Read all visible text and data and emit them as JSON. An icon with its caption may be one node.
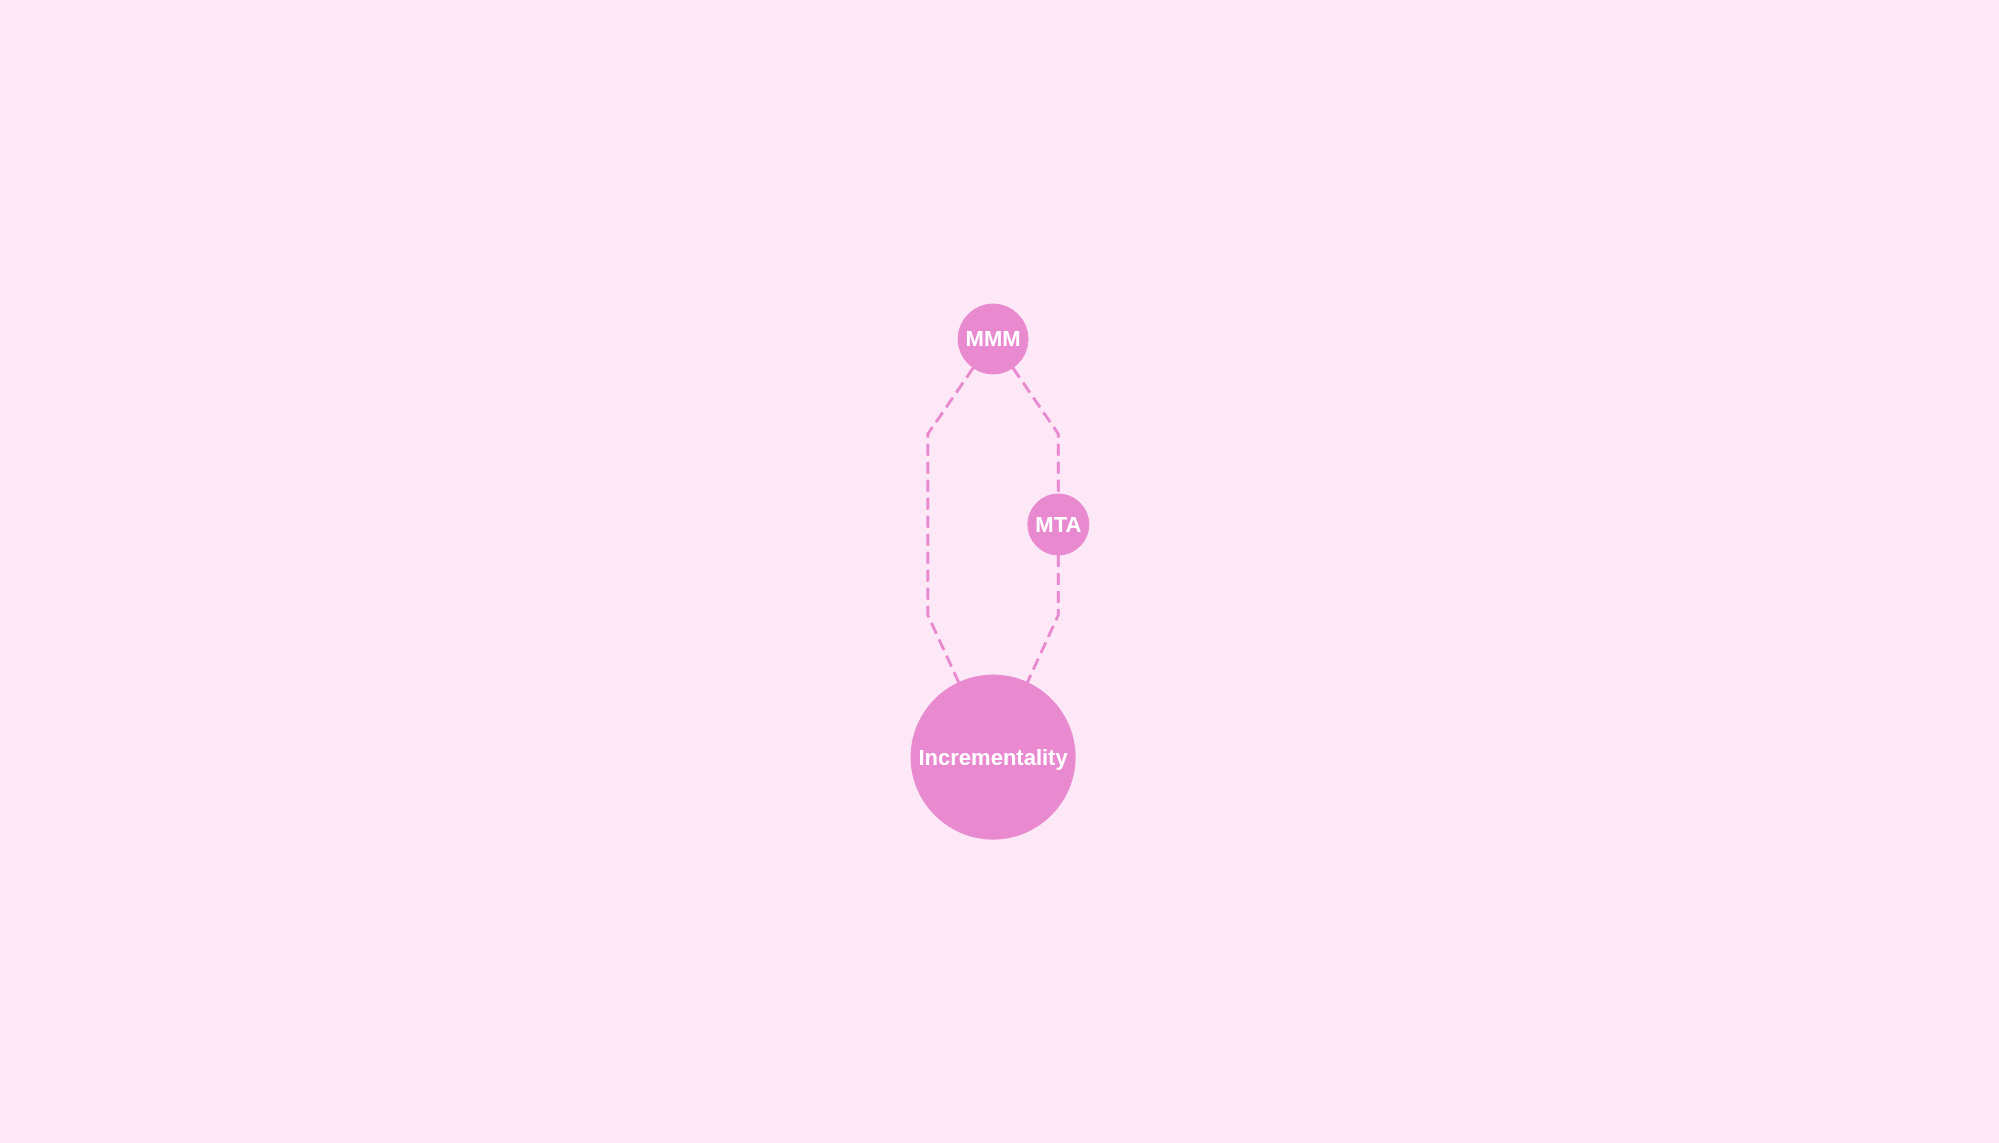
{
  "diagram": {
    "nodes": [
      {
        "text": [
          "MMM"
        ]
      },
      {
        "text": [
          "MTA"
        ]
      },
      {
        "text": [
          "Incrementality"
        ]
      }
    ],
    "edges": [
      {
        "from": 0,
        "to": 1,
        "arrow": "none",
        "style": "dashed"
      },
      {
        "from": 0,
        "to": 2,
        "arrow": "none",
        "style": "dashed"
      },
      {
        "from": 1,
        "to": 2,
        "arrow": "none",
        "style": "dashed"
      }
    ]
  }
}
